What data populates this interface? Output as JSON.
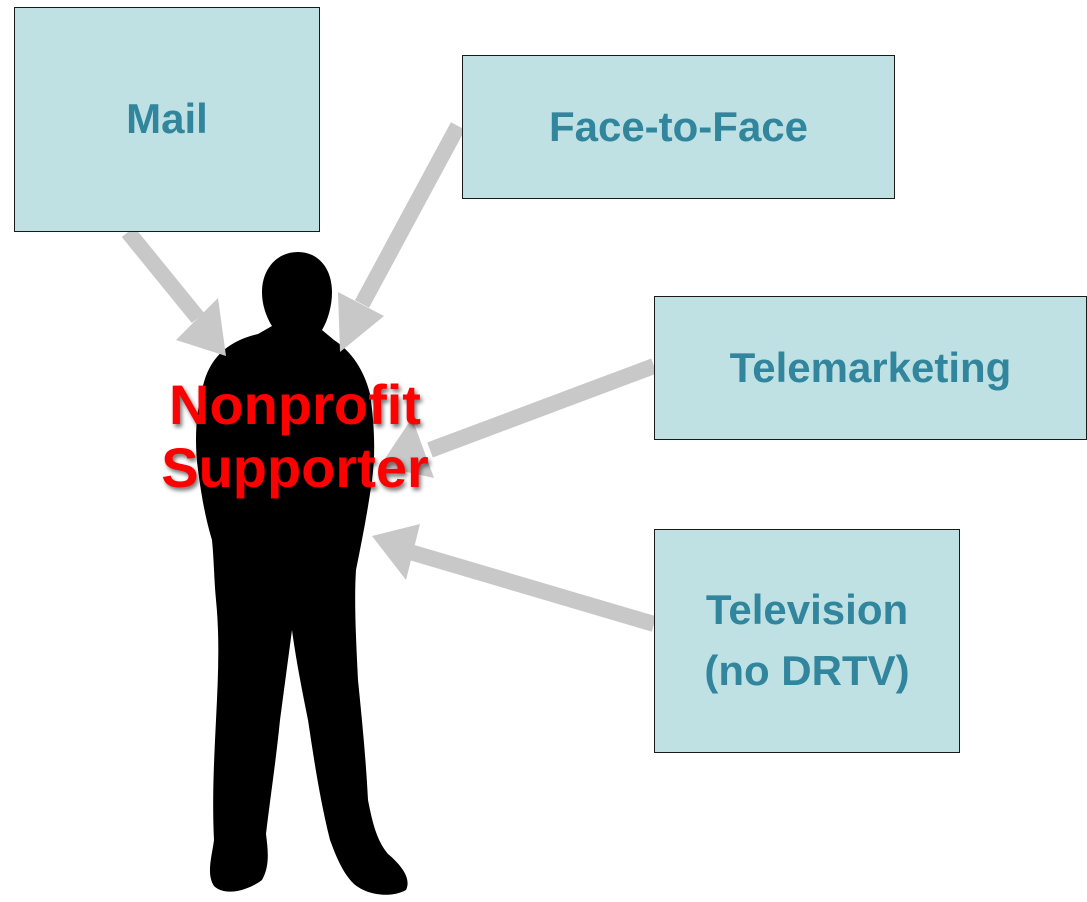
{
  "colors": {
    "box_fill": "#bfe1e3",
    "box_text": "#31859c",
    "arrow": "#c8c8c8",
    "silhouette": "#000000",
    "supporter_text": "#ff0000"
  },
  "figure": {
    "icon": "person-silhouette-icon"
  },
  "supporter": {
    "line1": "Nonprofit",
    "line2": "Supporter"
  },
  "channels": {
    "mail": "Mail",
    "face_to_face": "Face-to-Face",
    "telemarketing": "Telemarketing",
    "television_line1": "Television",
    "television_line2": "(no DRTV)"
  }
}
